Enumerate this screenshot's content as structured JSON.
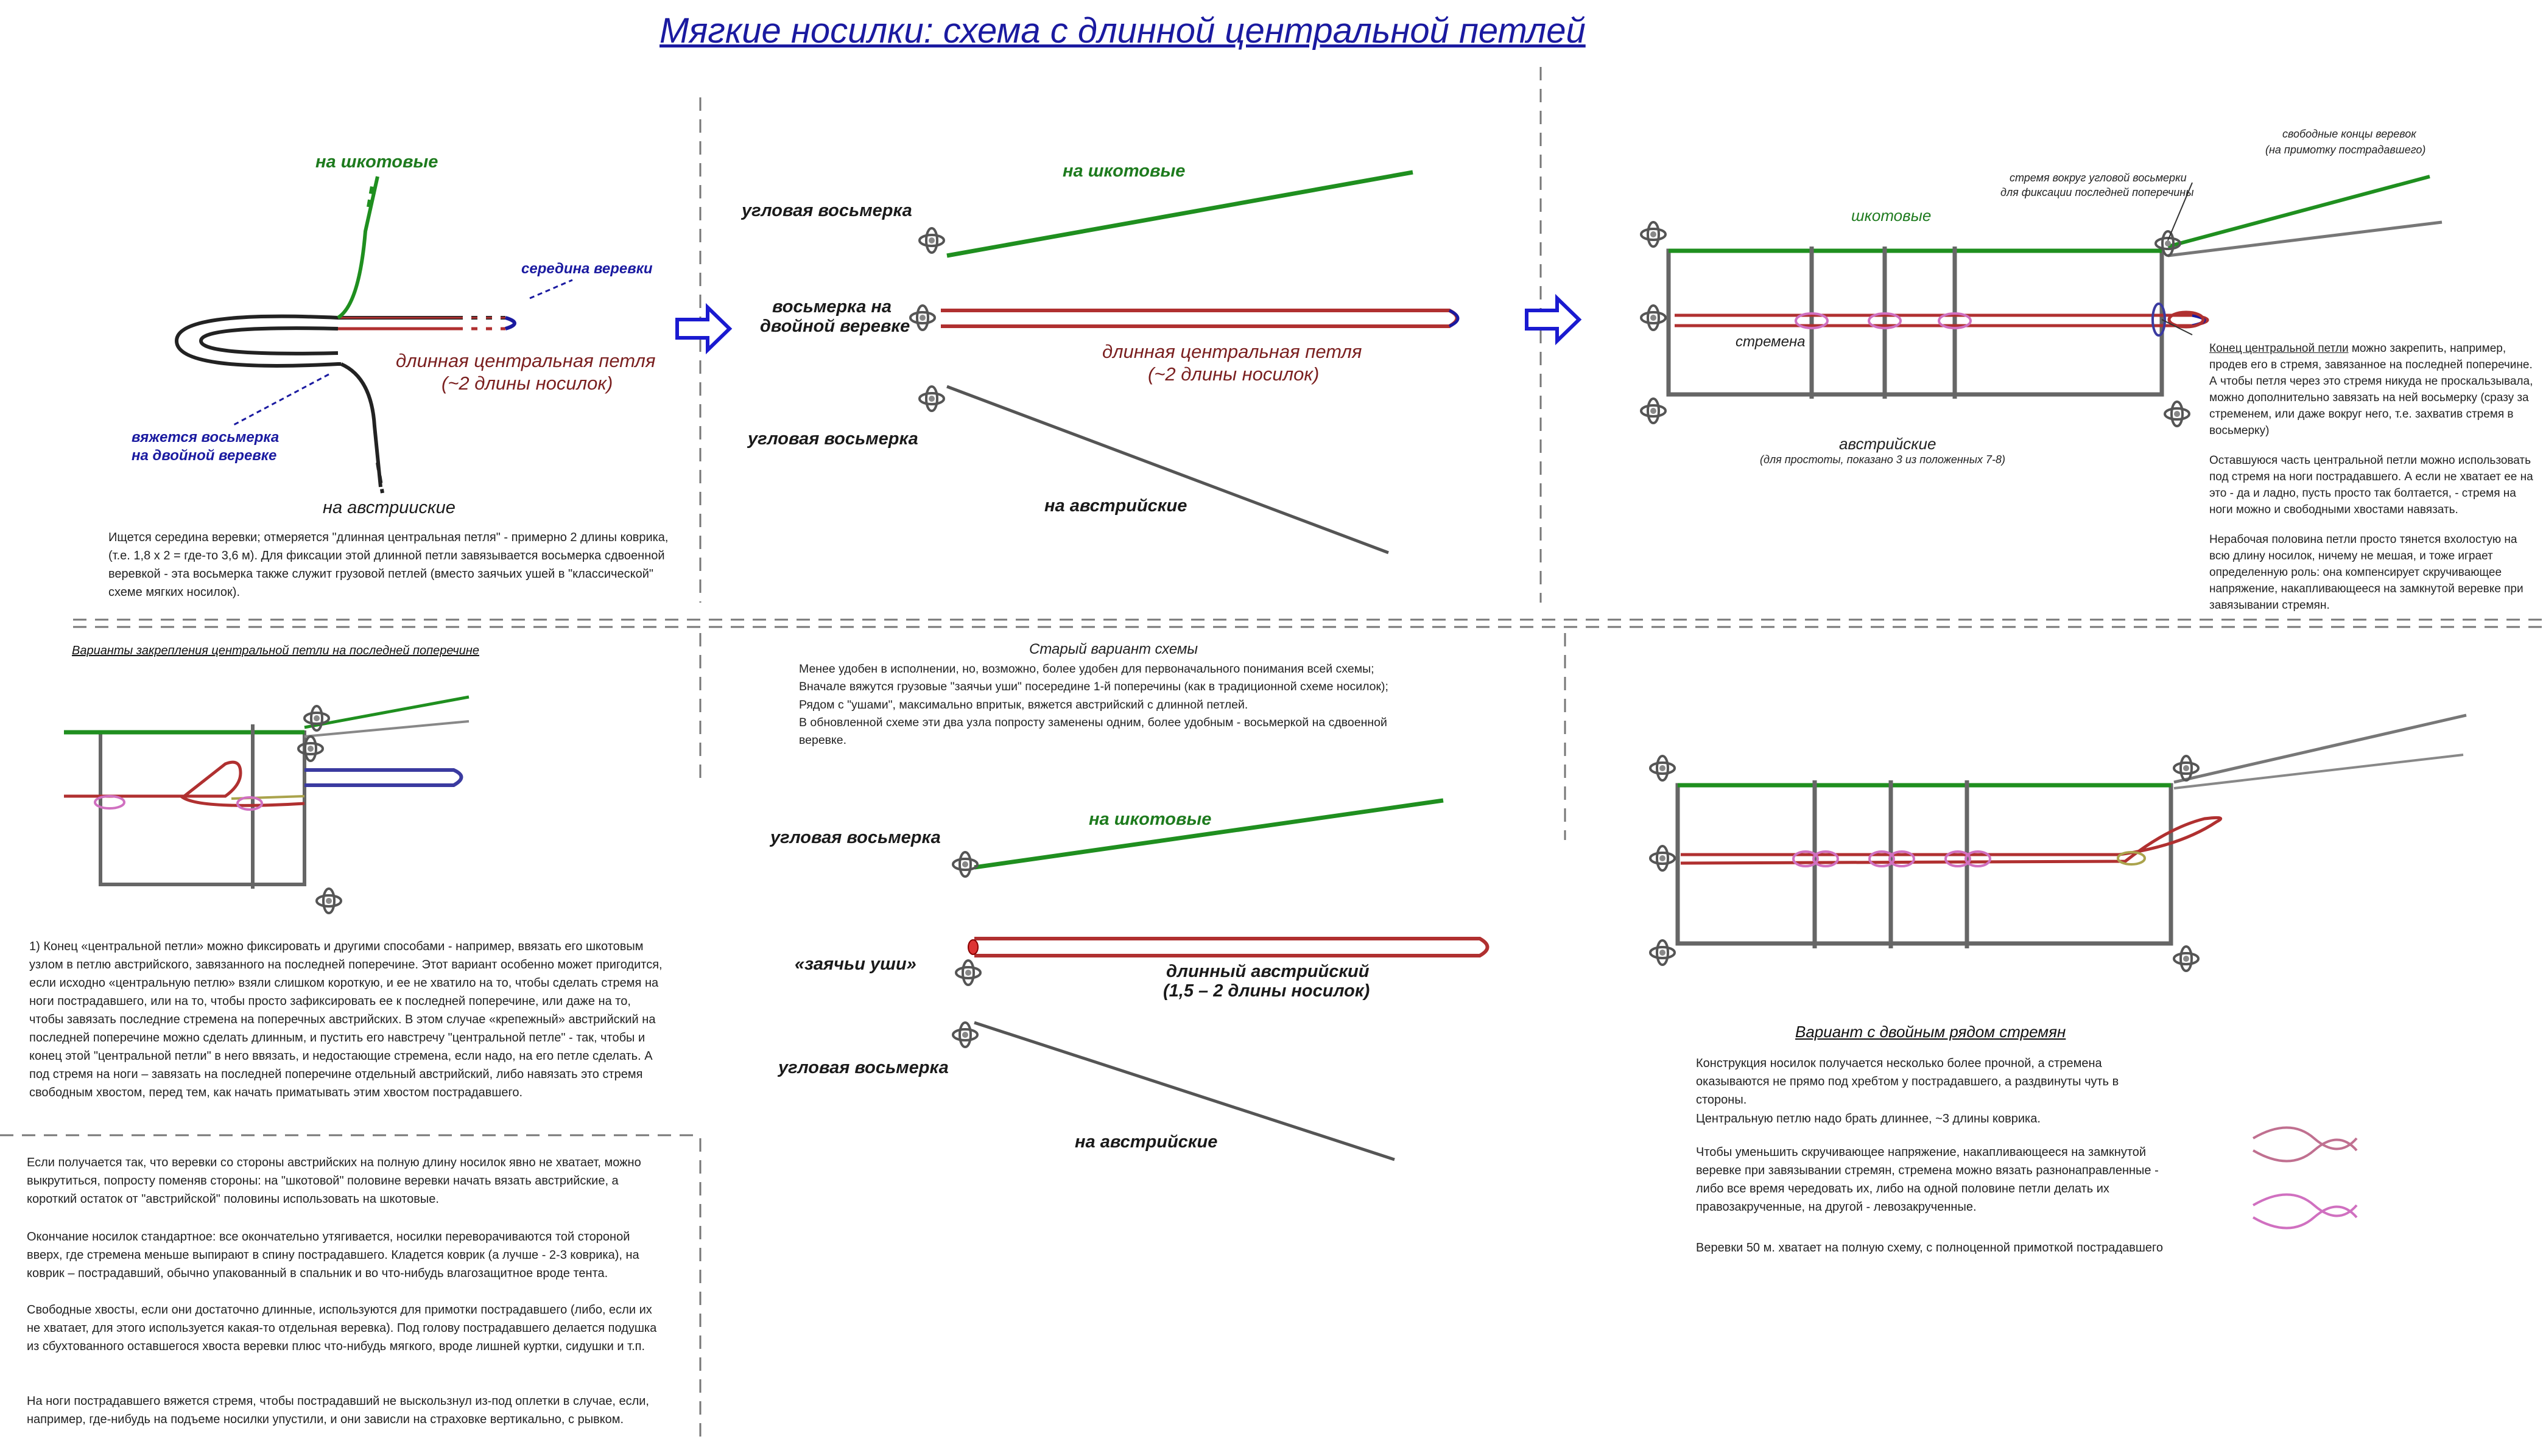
{
  "title": "Мягкие носилки: схема с длинной центральной петлей",
  "colors": {
    "title": "#1a1aa0",
    "sheet_rope": "#2e9b2e",
    "austrian_rope": "#888888",
    "center_loop": "#b03030",
    "stirrup": "#d070c0",
    "arrow": "#1a1ad0",
    "knot_alt": "#3a3aa0"
  },
  "panel1": {
    "sheet_label": "на шкотовые",
    "middle_label": "середина веревки",
    "loop_label_1": "длинная центральная петля",
    "loop_label_2": "(~2 длины носилок)",
    "knot_label_1": "вяжется восьмерка",
    "knot_label_2": "на двойной веревке",
    "austrian_label": "на австриискиe",
    "desc": "Ищется середина веревки; отмеряется \"длинная центральная петля\" - примерно 2 длины коврика, (т.е. 1,8 х 2 = где-то 3,6 м). Для фиксации этой длинной петли завязывается восьмерка сдвоенной веревкой - эта восьмерка также служит грузовой петлей (вместо заячьих ушей в \"классической\" схеме мягких носилок)."
  },
  "panel2": {
    "corner_top": "угловая восьмерка",
    "double_knot_1": "восьмерка на",
    "double_knot_2": "двойной веревке",
    "corner_bottom": "угловая восьмерка",
    "sheet_label": "на шкотовые",
    "loop_label_1": "длинная центральная петля",
    "loop_label_2": "(~2 длины носилок)",
    "austrian_label": "на австрийские"
  },
  "panel3": {
    "free_ends_1": "свободные концы веревок",
    "free_ends_2": "(на примотку пострадавшего)",
    "stirrup_note_1": "стремя вокруг угловой восьмерки",
    "stirrup_note_2": "для фиксации последней поперечины",
    "sheet_label": "шкотовые",
    "stirrups_label": "стремена",
    "austrian_label": "австрийские",
    "austrian_note": "(для простоты, показано 3 из положенных 7-8)",
    "side_text_lead": "Конец центральной петли",
    "side_text_1": " можно закрепить, например, продев его в стремя, завязанное на последней поперечине. А чтобы петля через это стремя никуда не проскальзывала, можно дополнительно завязать на ней восьмерку (сразу  за стременем, или даже вокруг него, т.е. захватив стремя в восьмерку)",
    "side_text_2": "Оставшуюся часть центральной петли можно использовать под стремя на ноги пострадавшего. А если не хватает ее на это - да и ладно, пусть просто так болтается, - стремя на ноги можно и свободными хвостами навязать.",
    "side_text_3": "Нерабочая половина петли просто тянется вхолостую на всю длину носилок, ничему не мешая, и тоже играет определенную роль: она компенсирует скручивающее напряжение, накапливающееся на замкнутой веревке при завязывании стремян."
  },
  "panel4": {
    "header": "Варианты закрепления центральной петли на последней поперечине",
    "para1": "1) Конец «центральной петли» можно фиксировать и другими способами - например, ввязать его шкотовым узлом  в петлю австрийского, завязанного на последней поперечине. Этот вариант особенно может пригодится, если исходно «центральную петлю» взяли слишком короткую, и ее не хватило на то, чтобы сделать стремя на ноги пострадавшего, или на то, чтобы просто зафиксировать ее к последней поперечине, или даже на то, чтобы завязать последние стремена на поперечных австрийских. В этом случае «крепежный» австрийский на последней поперечине можно сделать длинным, и пустить его навстречу \"центральной петле\" - так, чтобы и конец этой \"центральной петли\" в него ввязать, и недостающие стремена, если надо, на его петле сделать. А под стремя на ноги – завязать на последней поперечине отдельный австрийский, либо навязать это стремя свободным хвостом, перед тем, как начать приматывать этим хвостом пострадавшего.",
    "para2": "Если получается так, что веревки со стороны австрийских на полную длину носилок явно не хватает, можно выкрутиться, попросту поменяв стороны: на \"шкотовой\" половине веревки начать вязать австрийские, а короткий остаток от \"австрийской\" половины использовать на шкотовые.",
    "para3": "Окончание носилок стандартное: все окончательно утягивается, носилки переворачиваются той стороной вверх, где стремена меньше выпирают в спину пострадавшего. Кладется коврик (а лучше - 2-3 коврика), на коврик – пострадавший, обычно упакованный в спальник и во что-нибудь влагозащитное вроде тента.",
    "para4": "Свободные хвосты, если они достаточно длинные, используются для примотки пострадавшего (либо, если их не хватает, для этого используется какая-то отдельная веревка). Под голову пострадавшего делается подушка из сбухтованного оставшегося хвоста веревки плюс что-нибудь мягкого, вроде лишней куртки, сидушки и т.п.",
    "para5": "На ноги пострадавшего вяжется стремя, чтобы пострадавший не выскользнул из-под оплетки в случае, если, например, где-нибудь на подъеме носилки упустили, и они зависли на страховке вертикально, с рывком."
  },
  "panel5": {
    "header": "Старый вариант схемы",
    "intro_lines": [
      "Менее удобен в исполнении, но, возможно, более удобен для первоначального понимания всей схемы;",
      "Вначале вяжутся грузовые \"заячьи уши\" посередине 1-й поперечины (как в традиционной схеме носилок);",
      "Рядом с \"ушами\", максимально впритык, вяжется австрийский с длинной петлей.",
      "В обновленной схеме эти два узла попросту заменены одним, более удобным - восьмеркой на сдвоенной",
      "веревке."
    ],
    "corner_top": "угловая восьмерка",
    "sheet_label": "на шкотовые",
    "ears_label": "«заячьи уши»",
    "long_austrian_1": "длинный австрийский",
    "long_austrian_2": "(1,5 – 2 длины носилок)",
    "corner_bottom": "угловая восьмерка",
    "austrian_label": "на австрийские"
  },
  "panel6": {
    "header": "Вариант с двойным рядом стремян",
    "para1": "Конструкция носилок получается несколько более прочной, а стремена оказываются не прямо под хребтом у пострадавшего, а раздвинуты чуть в стороны.",
    "para2": "Центральную петлю надо брать длиннее, ~3 длины коврика.",
    "para3": "Чтобы уменьшить скручивающее напряжение, накапливающееся на замкнутой веревке при завязывании стремян, стремена можно вязать разнонаправленные - либо все время чередовать их, либо на одной половине петли делать их правозакрученные, на другой - левозакрученные.",
    "para4": "Веревки 50 м. хватает на полную схему, с полноценной примоткой пострадавшего"
  }
}
